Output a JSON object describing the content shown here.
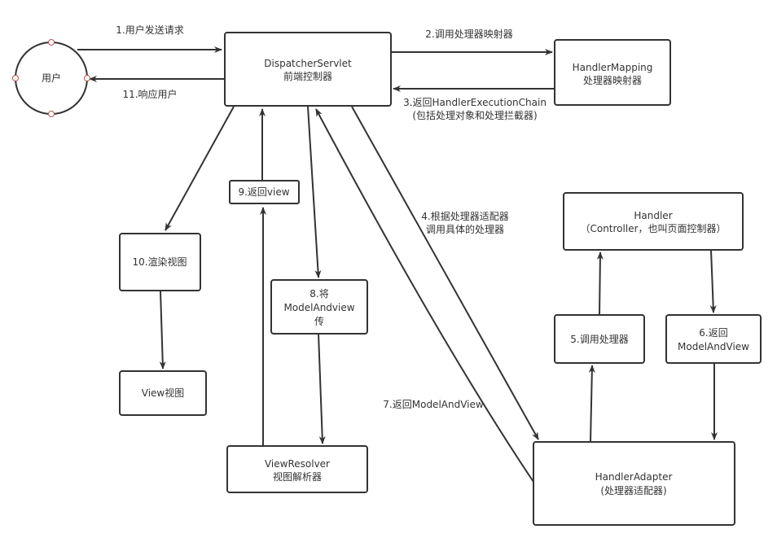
{
  "colors": {
    "stroke": "#333333",
    "text": "#333333",
    "port": "#b85450"
  },
  "nodes": {
    "user": {
      "label": "用户"
    },
    "dispatcher": {
      "line1": "DispatcherServlet",
      "line2": "前端控制器"
    },
    "mapping": {
      "line1": "HandlerMapping",
      "line2": "处理器映射器"
    },
    "handler": {
      "line1": "Handler",
      "line2": "（Controller，也叫页面控制器）"
    },
    "return_view": {
      "label": "9.返回view"
    },
    "render": {
      "label": "10.渲染视图"
    },
    "view": {
      "label": "View视图"
    },
    "pass_mav": {
      "line1": "8.将",
      "line2": "ModelAndview",
      "line3": "传"
    },
    "resolver": {
      "line1": "ViewResolver",
      "line2": "视图解析器"
    },
    "call_handler": {
      "label": "5.调用处理器"
    },
    "return_mav": {
      "line1": "6.返回",
      "line2": "ModelAndView"
    },
    "adapter": {
      "line1": "HandlerAdapter",
      "line2": "(处理器适配器)"
    }
  },
  "edges": {
    "e1": "1.用户发送请求",
    "e11": "11.响应用户",
    "e2": "2.调用处理器映射器",
    "e3_line1": "3.返回HandlerExecutionChain",
    "e3_line2": "(包括处理对象和处理拦截器)",
    "e4_line1": "4.根据处理器适配器",
    "e4_line2": "调用具体的处理器",
    "e7": "7.返回ModelAndView"
  }
}
